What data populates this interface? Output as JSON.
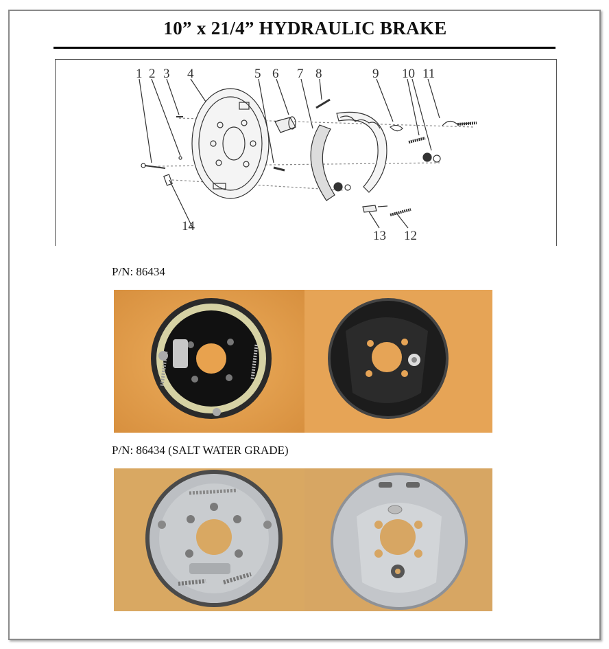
{
  "document": {
    "title": "10” x 21/4” HYDRAULIC BRAKE",
    "diagram": {
      "callouts": [
        "1",
        "2",
        "3",
        "4",
        "5",
        "6",
        "7",
        "8",
        "9",
        "10",
        "11",
        "12",
        "13",
        "14"
      ]
    },
    "sections": [
      {
        "part_number": "P/N: 86434",
        "photos": [
          "brake-assembly-front-photo",
          "backing-plate-rear-black-photo"
        ]
      },
      {
        "part_number": "P/N: 86434 (SALT WATER GRADE)",
        "photos": [
          "brake-assembly-front-silver-photo",
          "backing-plate-rear-silver-photo"
        ]
      }
    ]
  },
  "colors": {
    "background_photo_1": "#e8a24e",
    "background_photo_2": "#d9a862",
    "black_plate": "#1c1c1c",
    "silver_plate": "#b9bcc0",
    "frame_border": "#8a8a8a"
  }
}
